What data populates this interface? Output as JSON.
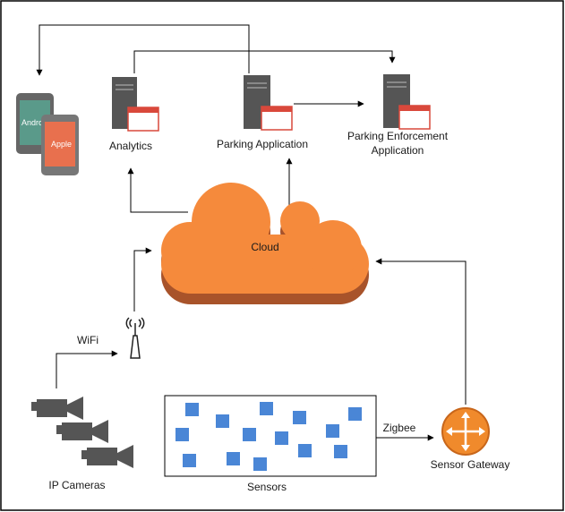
{
  "labels": {
    "analytics": "Analytics",
    "parking_application": "Parking Application",
    "parking_enforcement_line1": "Parking Enforcement",
    "parking_enforcement_line2": "Application",
    "cloud": "Cloud",
    "wifi": "WiFi",
    "ip_cameras": "IP Cameras",
    "sensors": "Sensors",
    "zigbee": "Zigbee",
    "sensor_gateway": "Sensor Gateway",
    "phone_android": "Android",
    "phone_apple": "Apple"
  },
  "colors": {
    "cloud_orange": "#f58a3c",
    "cloud_shadow": "#a8532a",
    "server_gray": "#555555",
    "app_window_red": "#d9483b",
    "sensor_blue": "#4a86d6",
    "phone_teal": "#5a9a8a",
    "phone_orange": "#e8704e",
    "gateway_orange": "#f08a2c",
    "camera_gray": "#555555"
  },
  "icons": {
    "server": "server-icon",
    "app_window": "app-window-icon",
    "phone": "smartphone-icon",
    "antenna": "wifi-antenna-icon",
    "camera": "video-camera-icon",
    "gateway": "router-icon",
    "sensor": "sensor-square-icon"
  }
}
